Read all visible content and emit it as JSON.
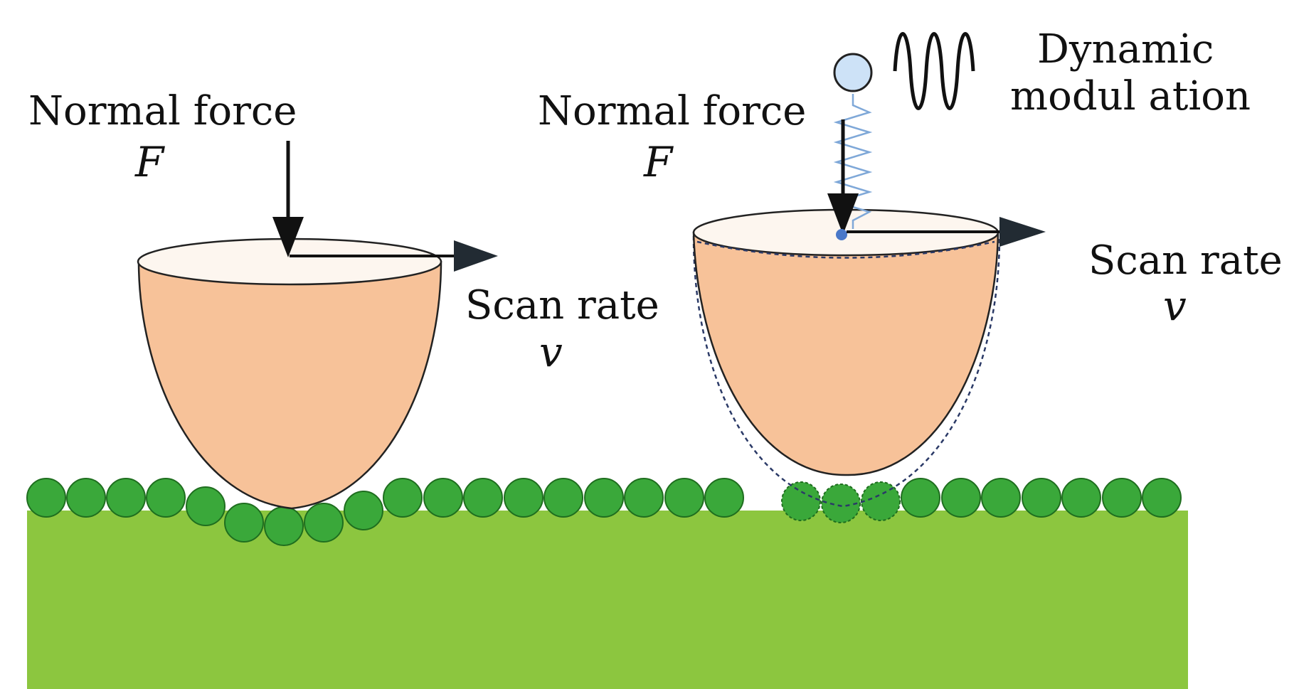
{
  "colors": {
    "background": "#ffffff",
    "substrate": "#8cc63f",
    "particle_fill": "#3aa83a",
    "particle_stroke": "#1f6e1f",
    "tip_fill": "#f7c299",
    "tip_top": "#fdf6ef",
    "outline": "#222222",
    "arrow": "#111111",
    "spring": "#7fa8d8",
    "ball_fill": "#cde2f7",
    "dashed": "#2b3a67"
  },
  "left_panel": {
    "force_label": "Normal force",
    "force_symbol": "F",
    "scan_label": "Scan rate",
    "scan_symbol": "v"
  },
  "right_panel": {
    "force_label": "Normal force",
    "force_symbol": "F",
    "scan_label": "Scan rate",
    "scan_symbol": "v",
    "modulation_line1": "Dynamic",
    "modulation_line2": "modul ation"
  },
  "icons": {
    "force_arrow": "down-arrow-icon",
    "scan_arrow": "right-arrow-icon",
    "oscillation": "sine-wave-icon",
    "spring": "spring-icon"
  }
}
